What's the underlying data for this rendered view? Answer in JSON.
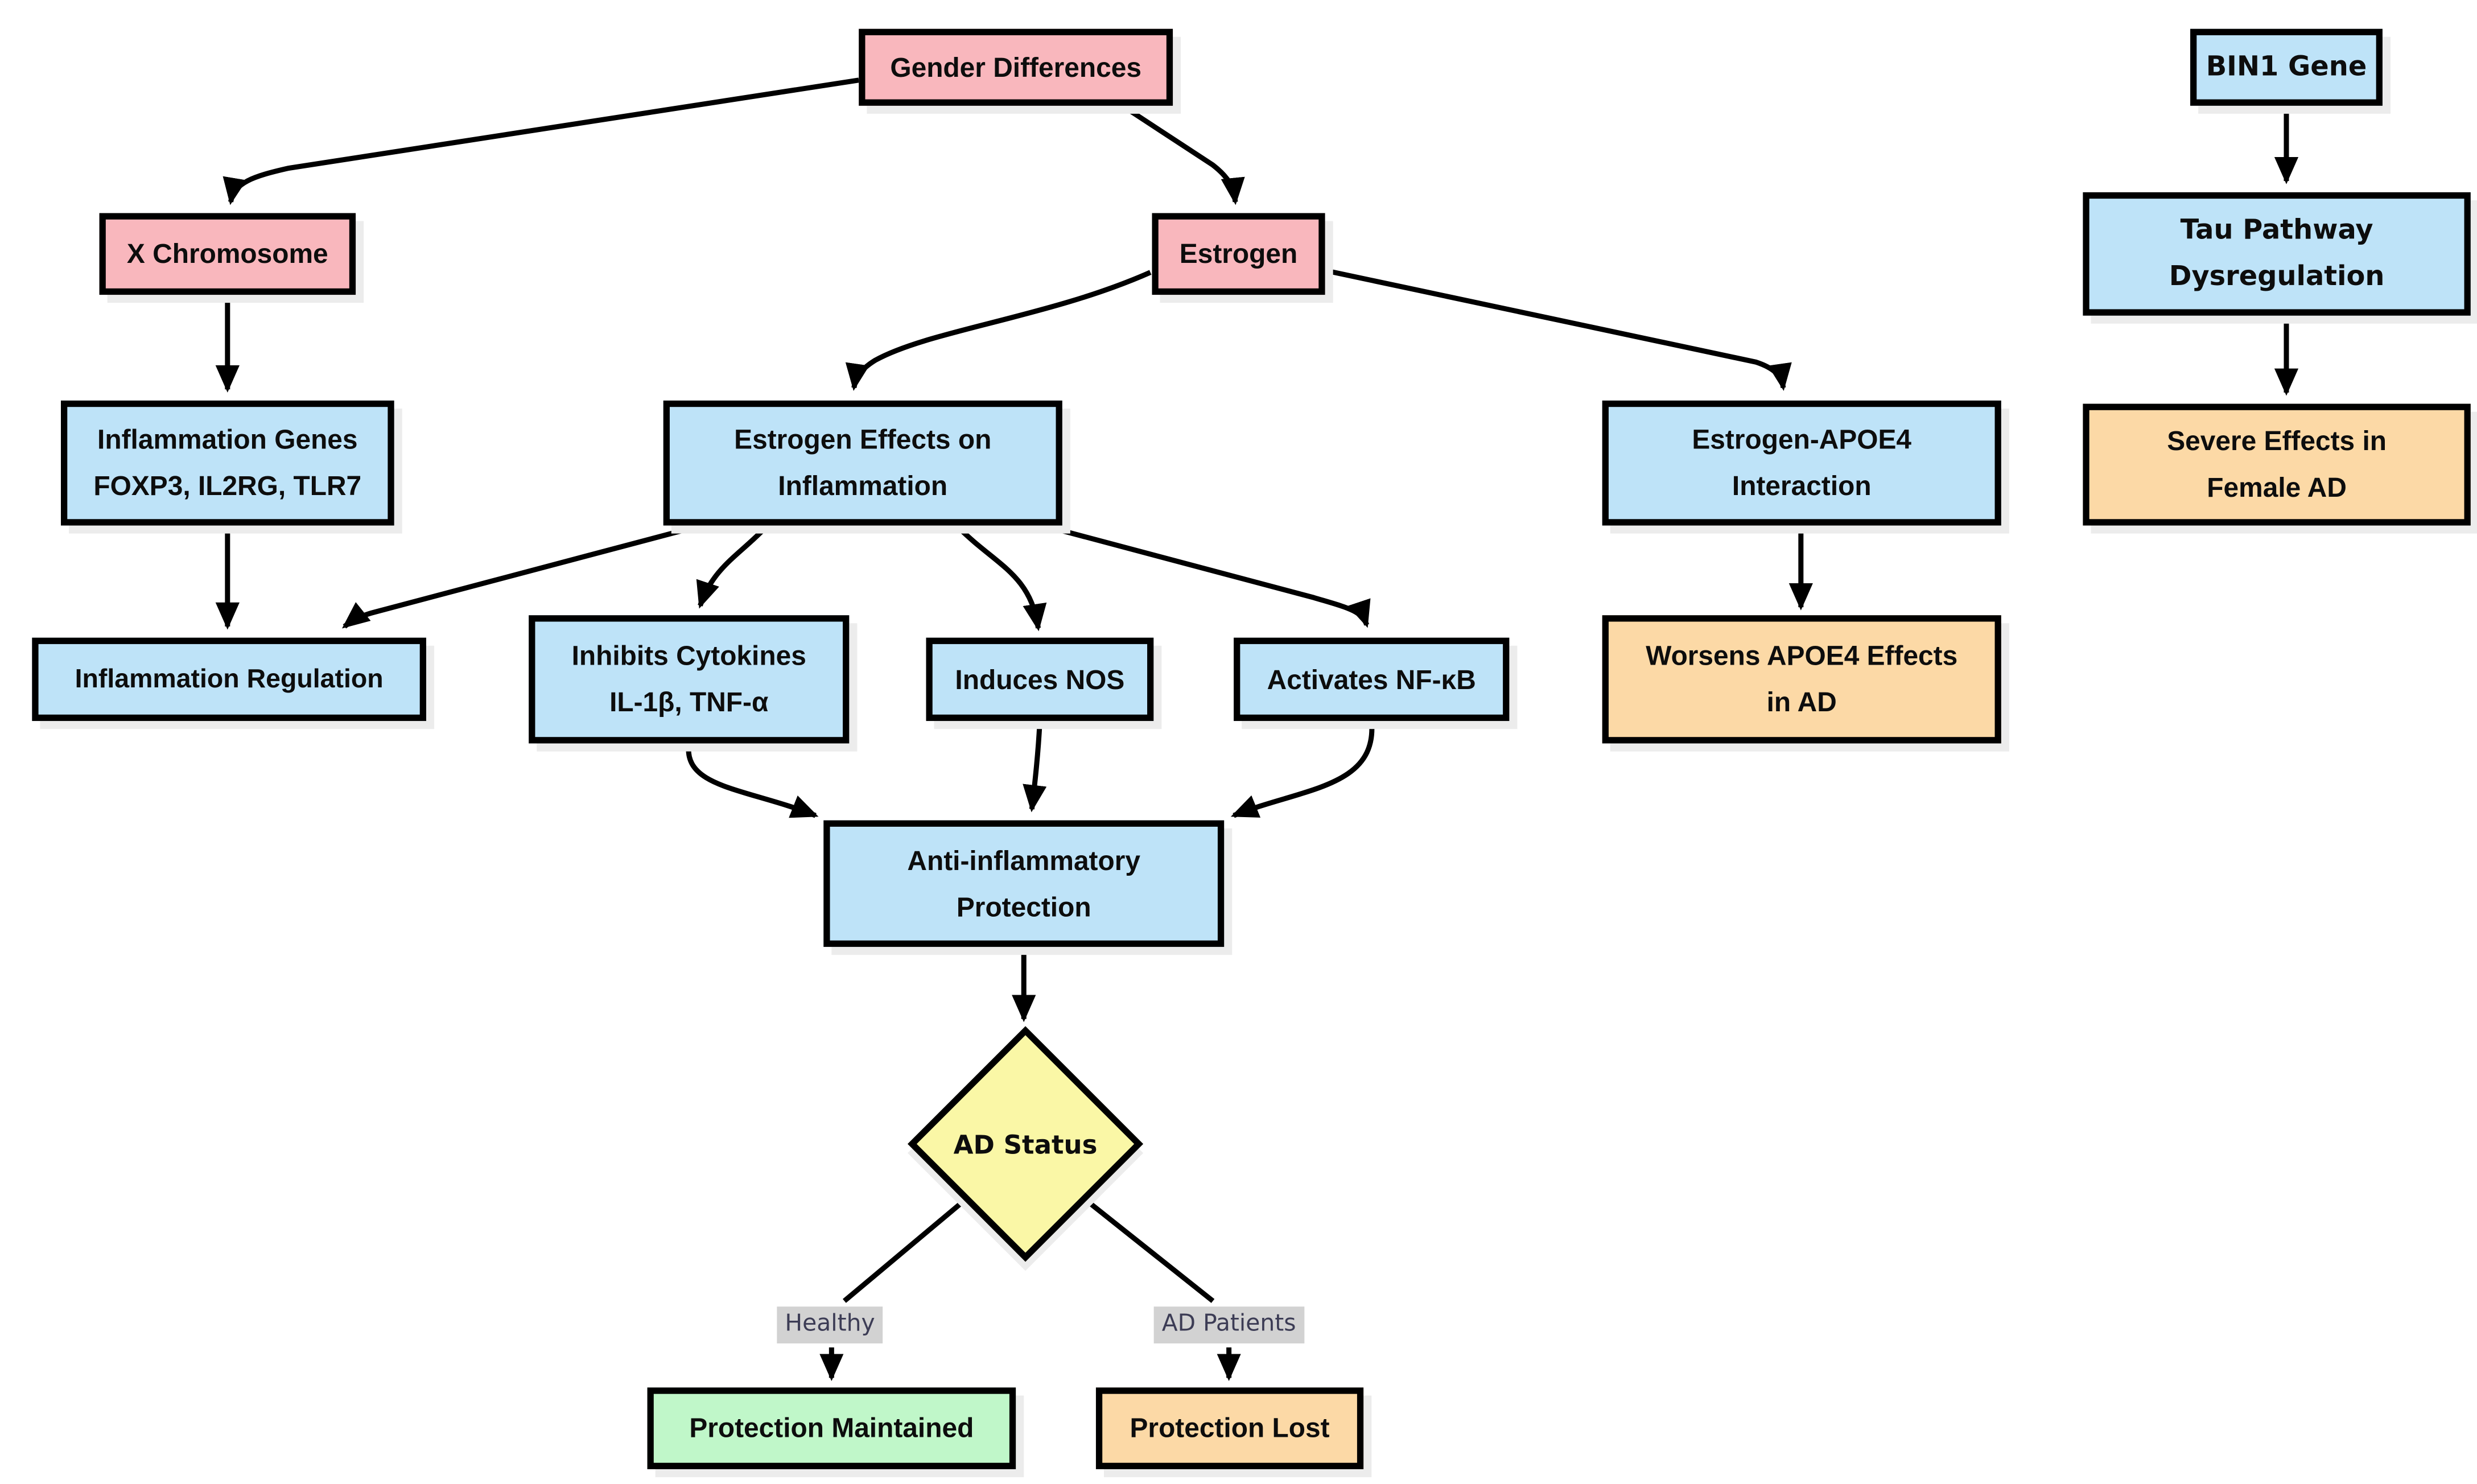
{
  "diagram": {
    "type": "flowchart",
    "direction": "top-down",
    "background": "#ffffff",
    "colors": {
      "node_pink": "#f9b7bd",
      "node_blue": "#bee3f8",
      "node_orange": "#fcd9a6",
      "node_green": "#c0f7c9",
      "node_yellow": "#faf7a6",
      "node_border": "#000000",
      "node_text": "#0d0d0d",
      "edge_stroke": "#000000",
      "edge_label_bg": "#d2d2d2",
      "edge_label_text": "#3c3c55",
      "shadow": "#ececec"
    },
    "nodes": {
      "gender_differences": {
        "label": "Gender Differences",
        "shape": "rect",
        "fill": "pink"
      },
      "bin1_gene": {
        "label": "BIN1 Gene",
        "shape": "rect",
        "fill": "blue"
      },
      "x_chromosome": {
        "label": "X Chromosome",
        "shape": "rect",
        "fill": "pink"
      },
      "estrogen": {
        "label": "Estrogen",
        "shape": "rect",
        "fill": "pink"
      },
      "tau_pathway": {
        "lines": [
          "Tau Pathway",
          "Dysregulation"
        ],
        "shape": "rect",
        "fill": "blue"
      },
      "inflammation_genes": {
        "lines": [
          "Inflammation Genes",
          "FOXP3, IL2RG, TLR7"
        ],
        "shape": "rect",
        "fill": "blue"
      },
      "estrogen_effects": {
        "lines": [
          "Estrogen Effects on",
          "Inflammation"
        ],
        "shape": "rect",
        "fill": "blue"
      },
      "estrogen_apoe4": {
        "lines": [
          "Estrogen-APOE4",
          "Interaction"
        ],
        "shape": "rect",
        "fill": "blue"
      },
      "severe_effects": {
        "lines": [
          "Severe Effects in",
          "Female AD"
        ],
        "shape": "rect",
        "fill": "orange"
      },
      "inflammation_regulation": {
        "label": "Inflammation Regulation",
        "shape": "rect",
        "fill": "blue"
      },
      "inhibits_cytokines": {
        "lines": [
          "Inhibits Cytokines",
          "IL-1β, TNF-α"
        ],
        "shape": "rect",
        "fill": "blue"
      },
      "induces_nos": {
        "label": "Induces NOS",
        "shape": "rect",
        "fill": "blue"
      },
      "activates_nfkb": {
        "label": "Activates NF-κB",
        "shape": "rect",
        "fill": "blue"
      },
      "worsens_apoe4": {
        "lines": [
          "Worsens APOE4 Effects",
          "in AD"
        ],
        "shape": "rect",
        "fill": "orange"
      },
      "anti_inflammatory": {
        "lines": [
          "Anti-inflammatory",
          "Protection"
        ],
        "shape": "rect",
        "fill": "blue"
      },
      "ad_status": {
        "label": "AD Status",
        "shape": "diamond",
        "fill": "yellow"
      },
      "protection_maintained": {
        "label": "Protection Maintained",
        "shape": "rect",
        "fill": "green"
      },
      "protection_lost": {
        "label": "Protection Lost",
        "shape": "rect",
        "fill": "orange"
      }
    },
    "edge_labels": {
      "healthy": "Healthy",
      "ad_patients": "AD Patients"
    },
    "edges": [
      {
        "from": "gender_differences",
        "to": "x_chromosome"
      },
      {
        "from": "gender_differences",
        "to": "estrogen"
      },
      {
        "from": "bin1_gene",
        "to": "tau_pathway"
      },
      {
        "from": "tau_pathway",
        "to": "severe_effects"
      },
      {
        "from": "x_chromosome",
        "to": "inflammation_genes"
      },
      {
        "from": "inflammation_genes",
        "to": "inflammation_regulation"
      },
      {
        "from": "estrogen",
        "to": "estrogen_effects"
      },
      {
        "from": "estrogen",
        "to": "estrogen_apoe4"
      },
      {
        "from": "estrogen_effects",
        "to": "inflammation_regulation"
      },
      {
        "from": "estrogen_effects",
        "to": "inhibits_cytokines"
      },
      {
        "from": "estrogen_effects",
        "to": "induces_nos"
      },
      {
        "from": "estrogen_effects",
        "to": "activates_nfkb"
      },
      {
        "from": "inhibits_cytokines",
        "to": "anti_inflammatory"
      },
      {
        "from": "induces_nos",
        "to": "anti_inflammatory"
      },
      {
        "from": "activates_nfkb",
        "to": "anti_inflammatory"
      },
      {
        "from": "estrogen_apoe4",
        "to": "worsens_apoe4"
      },
      {
        "from": "anti_inflammatory",
        "to": "ad_status"
      },
      {
        "from": "ad_status",
        "to": "protection_maintained",
        "label": "Healthy"
      },
      {
        "from": "ad_status",
        "to": "protection_lost",
        "label": "AD Patients"
      }
    ]
  }
}
